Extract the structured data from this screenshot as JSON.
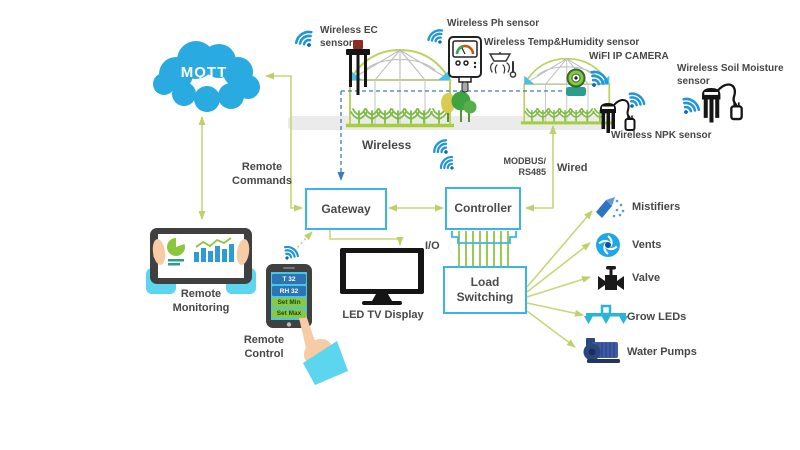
{
  "colors": {
    "cloud_blue": "#29ABE2",
    "box_border": "#3CB4E5",
    "line_green": "#C9D677",
    "io_green": "#8CC63F",
    "dashed_blue": "#3A7BBF",
    "wifi_blue": "#1E96DC"
  },
  "cloud": {
    "label": "MQTT"
  },
  "nodes": {
    "gateway": "Gateway",
    "controller": "Controller",
    "load_switching": "Load\nSwitching"
  },
  "edges": {
    "remote_commands": "Remote\nCommands",
    "wireless": "Wireless",
    "modbus": "MODBUS/\nRS485",
    "wired": "Wired",
    "io": "I/O"
  },
  "sensors": {
    "ec": "Wireless EC sensor",
    "ph": "Wireless Ph sensor",
    "temp_humidity": "Wireless Temp&Humidity sensor",
    "ip_camera": "WiFI IP CAMERA",
    "soil_moisture": "Wireless Soil Moisture sensor",
    "npk": "Wireless NPK sensor"
  },
  "clients": {
    "monitoring": "Remote\nMonitoring",
    "control": "Remote\nControl",
    "tv": "LED TV Display"
  },
  "phone_screen": {
    "temp": "T 32",
    "humidity": "RH 32",
    "set_min": "Set Min",
    "set_max": "Set Max"
  },
  "devices": [
    "Mistifiers",
    "Vents",
    "Valve",
    "Grow LEDs",
    "Water Pumps"
  ]
}
